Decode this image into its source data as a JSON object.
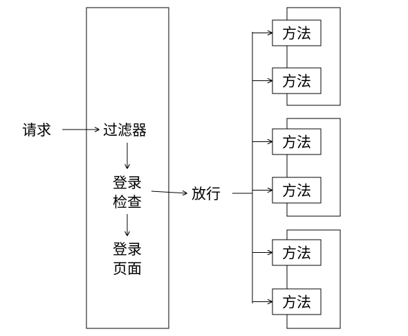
{
  "labels": {
    "request": "请求",
    "filter": "过滤器",
    "login_check_line1": "登录",
    "login_check_line2": "检查",
    "login_page_line1": "登录",
    "login_page_line2": "页面",
    "pass": "放行"
  },
  "method_groups": [
    {
      "methods": [
        {
          "label": "方法"
        },
        {
          "label": "方法"
        }
      ]
    },
    {
      "methods": [
        {
          "label": "方法"
        },
        {
          "label": "方法"
        }
      ]
    },
    {
      "methods": [
        {
          "label": "方法"
        },
        {
          "label": "方法"
        }
      ]
    }
  ],
  "colors": {
    "stroke": "#000000",
    "background": "#ffffff"
  }
}
